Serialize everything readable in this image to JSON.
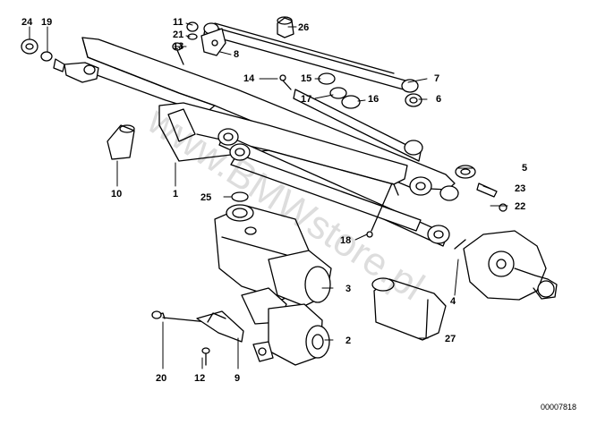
{
  "diagram": {
    "watermark": "www.BMWstore.pl",
    "reference_number": "00007818",
    "callouts": {
      "c1": "1",
      "c2": "2",
      "c3": "3",
      "c4": "4",
      "c5": "5",
      "c6": "6",
      "c7": "7",
      "c8": "8",
      "c9": "9",
      "c10": "10",
      "c11": "11",
      "c12": "12",
      "c13": "13",
      "c14": "14",
      "c15": "15",
      "c16": "16",
      "c17": "17",
      "c18": "18",
      "c19": "19",
      "c20": "20",
      "c21": "21",
      "c22": "22",
      "c23": "23",
      "c24": "24",
      "c25": "25",
      "c26": "26",
      "c27": "27"
    }
  }
}
